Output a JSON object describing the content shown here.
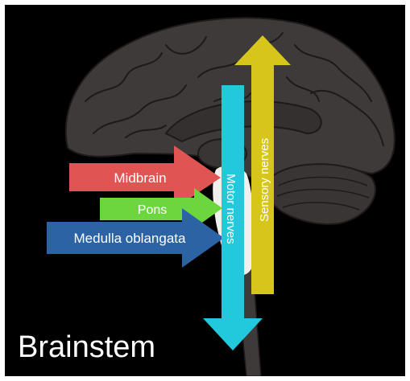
{
  "figure": {
    "labels": {
      "midbrain": "Midbrain",
      "pons": "Pons",
      "medulla": "Medulla oblangata",
      "motor": "Motor nerves",
      "sensory": "Sensory nerves",
      "title": "Brainstem"
    },
    "colors": {
      "background": "#000000",
      "brain": "#3f3a3a",
      "brain_outline": "#1e1a1a",
      "brainstem_highlight": "#f2f0ec",
      "midbrain_arrow": "#e05554",
      "pons_arrow": "#6cd63f",
      "medulla_arrow": "#2c63a5",
      "motor_arrow": "#22c9dc",
      "sensory_arrow": "#d6c51a"
    }
  }
}
